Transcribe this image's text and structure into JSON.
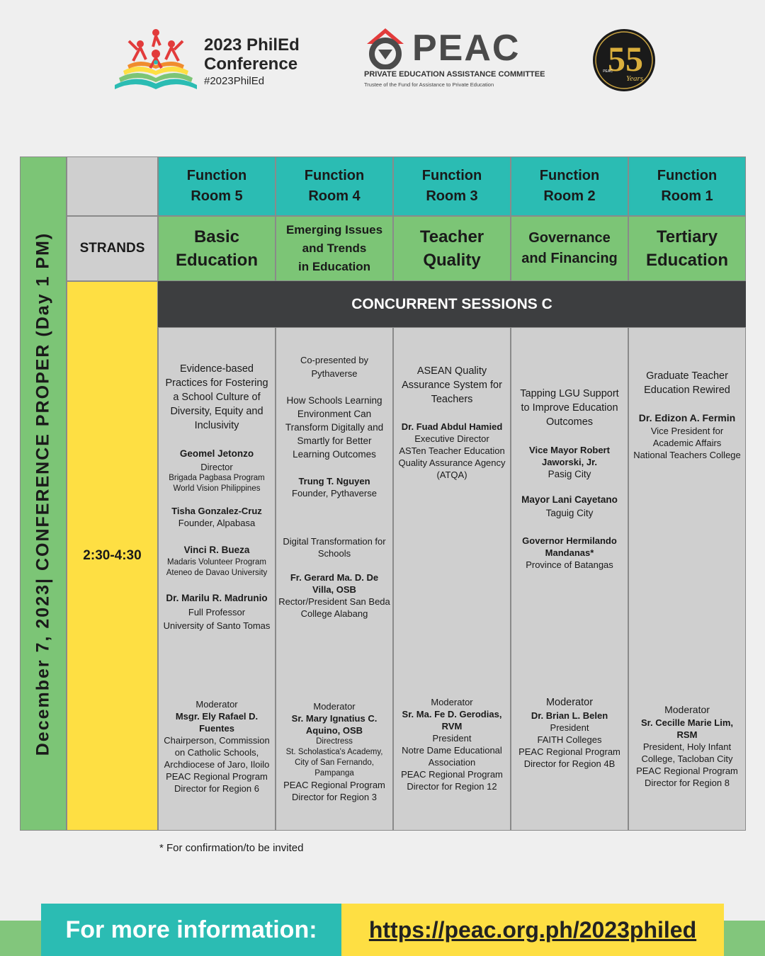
{
  "header": {
    "philed_line1": "2023 PhilEd",
    "philed_line2": "Conference",
    "philed_hashtag": "#2023PhilEd",
    "peac_word": "PEAC",
    "peac_full": "PRIVATE EDUCATION ASSISTANCE COMMITTEE",
    "peac_tagline": "Trustee of the Fund for Assistance to Private Education",
    "anniv_number": "55",
    "anniv_word": "Years",
    "anniv_badge": "PEAC"
  },
  "colors": {
    "teal": "#2bbcb3",
    "green": "#7cc576",
    "yellow": "#fedf43",
    "dark": "#3d3e40",
    "gray": "#cfcfcf",
    "peac_red": "#e23b3b"
  },
  "side_label": "December 7, 2023| CONFERENCE PROPER (Day 1 PM)",
  "strands_label": "STRANDS",
  "time_slot": "2:30-4:30",
  "concurrent_label": "CONCURRENT SESSIONS C",
  "rooms": [
    {
      "l1": "Function",
      "l2": "Room 5"
    },
    {
      "l1": "Function",
      "l2": "Room 4"
    },
    {
      "l1": "Function",
      "l2": "Room 3"
    },
    {
      "l1": "Function",
      "l2": "Room 2"
    },
    {
      "l1": "Function",
      "l2": "Room 1"
    }
  ],
  "strands": [
    {
      "l1": "Basic",
      "l2": "Education",
      "l3": ""
    },
    {
      "l1": "Emerging Issues",
      "l2": "and Trends",
      "l3": "in Education"
    },
    {
      "l1": "Teacher",
      "l2": "Quality",
      "l3": ""
    },
    {
      "l1": "Governance",
      "l2": "and Financing",
      "l3": ""
    },
    {
      "l1": "Tertiary",
      "l2": "Education",
      "l3": ""
    }
  ],
  "sessions": {
    "s1": {
      "title": [
        "Evidence-based",
        "Practices for Fostering",
        "a School Culture of",
        "Diversity, Equity and",
        "Inclusivity"
      ],
      "sp1_name": "Geomel Jetonzo",
      "sp1_role": "Director",
      "sp1_org1": "Brigada Pagbasa Program",
      "sp1_org2": "World Vision Philippines",
      "sp2_name": "Tisha Gonzalez-Cruz",
      "sp2_role": "Founder, Alpabasa",
      "sp3_name": "Vinci R. Bueza",
      "sp3_org1": "Madaris Volunteer Program",
      "sp3_org2": "Ateneo de Davao University",
      "sp4_name": "Dr. Marilu R. Madrunio",
      "sp4_role": "Full Professor",
      "sp4_org": "University of Santo Tomas",
      "mod_label": "Moderator",
      "mod_name": [
        "Msgr. Ely Rafael D.",
        "Fuentes"
      ],
      "mod_info": [
        "Chairperson, Commission",
        "on Catholic Schools,",
        "Archdiocese of Jaro, Iloilo",
        "PEAC Regional Program",
        "Director for Region 6"
      ]
    },
    "s2": {
      "copresent": [
        "Co-presented by",
        "Pythaverse"
      ],
      "title": [
        "How Schools Learning",
        "Environment Can",
        "Transform Digitally and",
        "Smartly for Better",
        "Learning Outcomes"
      ],
      "sp1_name": "Trung T. Nguyen",
      "sp1_role": "Founder, Pythaverse",
      "title2": [
        "Digital Transformation for",
        "Schools"
      ],
      "sp2_name": [
        "Fr. Gerard Ma. D. De",
        "Villa, OSB"
      ],
      "sp2_role": [
        "Rector/President San Beda",
        "College Alabang"
      ],
      "mod_label": "Moderator",
      "mod_name": [
        "Sr. Mary Ignatius C.",
        "Aquino, OSB"
      ],
      "mod_role": "Directress",
      "mod_org": [
        "St. Scholastica's Academy,",
        "City of San Fernando,",
        "Pampanga"
      ],
      "mod_info": [
        "PEAC Regional Program",
        "Director for Region 3"
      ]
    },
    "s3": {
      "title": [
        "ASEAN Quality",
        "Assurance System for",
        "Teachers"
      ],
      "sp1_name": "Dr. Fuad  Abdul Hamied",
      "sp1_info": [
        "Executive Director",
        "ASTen Teacher Education",
        "Quality Assurance Agency",
        "(ATQA)"
      ],
      "mod_label": "Moderator",
      "mod_name": [
        "Sr. Ma. Fe D. Gerodias,",
        "RVM"
      ],
      "mod_info": [
        "President",
        "Notre Dame Educational",
        "Association",
        "PEAC Regional Program",
        "Director for Region 12"
      ]
    },
    "s4": {
      "title": [
        "Tapping LGU Support",
        "to Improve Education",
        "Outcomes"
      ],
      "sp1_name": [
        "Vice Mayor Robert",
        "Jaworski, Jr."
      ],
      "sp1_city": "Pasig City",
      "sp2_name": "Mayor Lani Cayetano",
      "sp2_city": "Taguig City",
      "sp3_name": [
        "Governor Hermilando",
        "Mandanas*"
      ],
      "sp3_prov": "Province of Batangas",
      "mod_label": "Moderator",
      "mod_name": "Dr. Brian L. Belen",
      "mod_info": [
        "President",
        "FAITH Colleges",
        "PEAC Regional Program",
        "Director for Region 4B"
      ]
    },
    "s5": {
      "title": [
        "Graduate Teacher",
        "Education Rewired"
      ],
      "sp1_name": "Dr. Edizon A. Fermin",
      "sp1_info": [
        "Vice President for",
        "Academic Affairs",
        "National Teachers College"
      ],
      "mod_label": "Moderator",
      "mod_name": [
        "Sr. Cecille Marie Lim,",
        "RSM"
      ],
      "mod_info": [
        "President, Holy Infant",
        "College, Tacloban City",
        "PEAC Regional Program",
        "Director for Region 8"
      ]
    }
  },
  "footnote": "* For confirmation/to be invited",
  "footer": {
    "label": "For more information:",
    "url": "https://peac.org.ph/2023philed"
  }
}
